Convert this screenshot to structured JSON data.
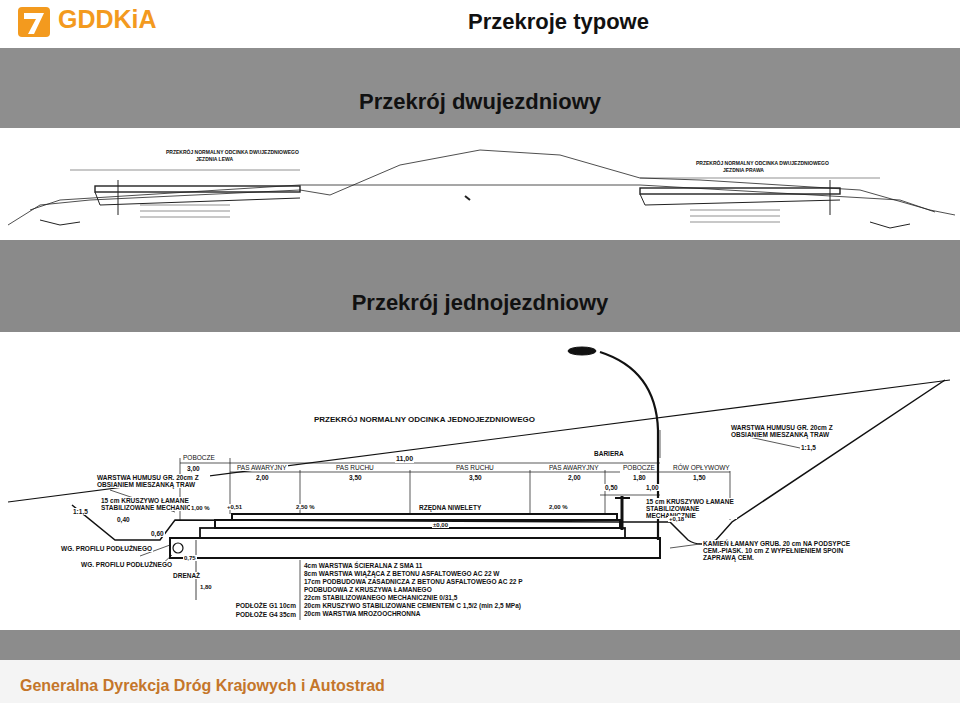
{
  "diagram": {
    "title": "Przekroje typowe",
    "nodes": [
      {
        "text": [
          "Przekrój dwujezdniowy"
        ]
      },
      {
        "text": [
          "Przekrój jednojezdniowy"
        ]
      }
    ],
    "labels": [
      "GDDKiA",
      "PRZEKRÓJ NORMALNY ODCINKA DWUJEZDNIOWEGO",
      "JEZDNIA LEWA",
      "PRZEKRÓJ NORMALNY ODCINKA DWUJEZDNIOWEGO",
      "JEZDNIA PRAWA",
      "PRZEKRÓJ NORMALNY ODCINKA JEDNOJEZDNIOWEGO",
      "POBOCZE",
      "3,00",
      "PAS AWARYJNY",
      "2,00",
      "11,00",
      "PAS RUCHU",
      "3,50",
      "PAS RUCHU",
      "3,50",
      "PAS AWARYJNY",
      "2,00",
      "BARIERA",
      "POBOCZE",
      "1,80",
      "RÓW OPŁYWOWY",
      "1,50",
      "0,50",
      "1,00",
      "WARSTWA HUMUSU GR. 20cm Z OBSIANIEM MIESZANKĄ TRAW",
      "1:1,5",
      "15 cm KRUSZYWO ŁAMANE STABILIZOWANE MECHANICZNIE",
      "0,40",
      "0,60",
      "1,00 %",
      "+0,51",
      "2,50 %",
      "RZĘDNA NIWELETY",
      "±0,00",
      "2,00 %",
      "15 cm KRUSZYWO ŁAMANE STABILIZOWANE MECHANICZNIE",
      "+0,18",
      "WARSTWA HUMUSU GR. 20cm Z OBSIANIEM MIESZANKĄ TRAW",
      "1:1,5",
      "WG. PROFILU PODŁUŻNEGO",
      "WG. PROFILU PODŁUŻNEGO",
      "0,75",
      "DRENAŻ",
      "1,80",
      "KAMIEŃ ŁAMANY GRUB. 20 cm NA PODSYPCE CEM.-PIASK. 10 cm Z WYPEŁNIENIEM SPOIN ZAPRAWĄ CEM.",
      "4cm WARSTWA ŚCIERALNA Z SMA 11",
      "8cm WARSTWA WIĄŻĄCA Z BETONU ASFALTOWEGO AC 22 W",
      "17cm PODBUDOWA ZASADNICZA Z BETONU ASFALTOWEGO AC 22 P",
      "PODBUDOWA Z KRUSZYWA ŁAMANEGO",
      "22cm STABILIZOWANEGO MECHANICZNIE 0/31,5",
      "20cm KRUSZYWO STABILIZOWANE CEMENTEM C 1,5/2 (min 2,5 MPa)",
      "20cm WARSTWA MROZOOCHRONNA",
      "PODŁOŻE G1 10cm",
      "PODŁOŻE G4 35cm",
      "Generalna Dyrekcja Dróg Krajowych i Autostrad"
    ]
  }
}
